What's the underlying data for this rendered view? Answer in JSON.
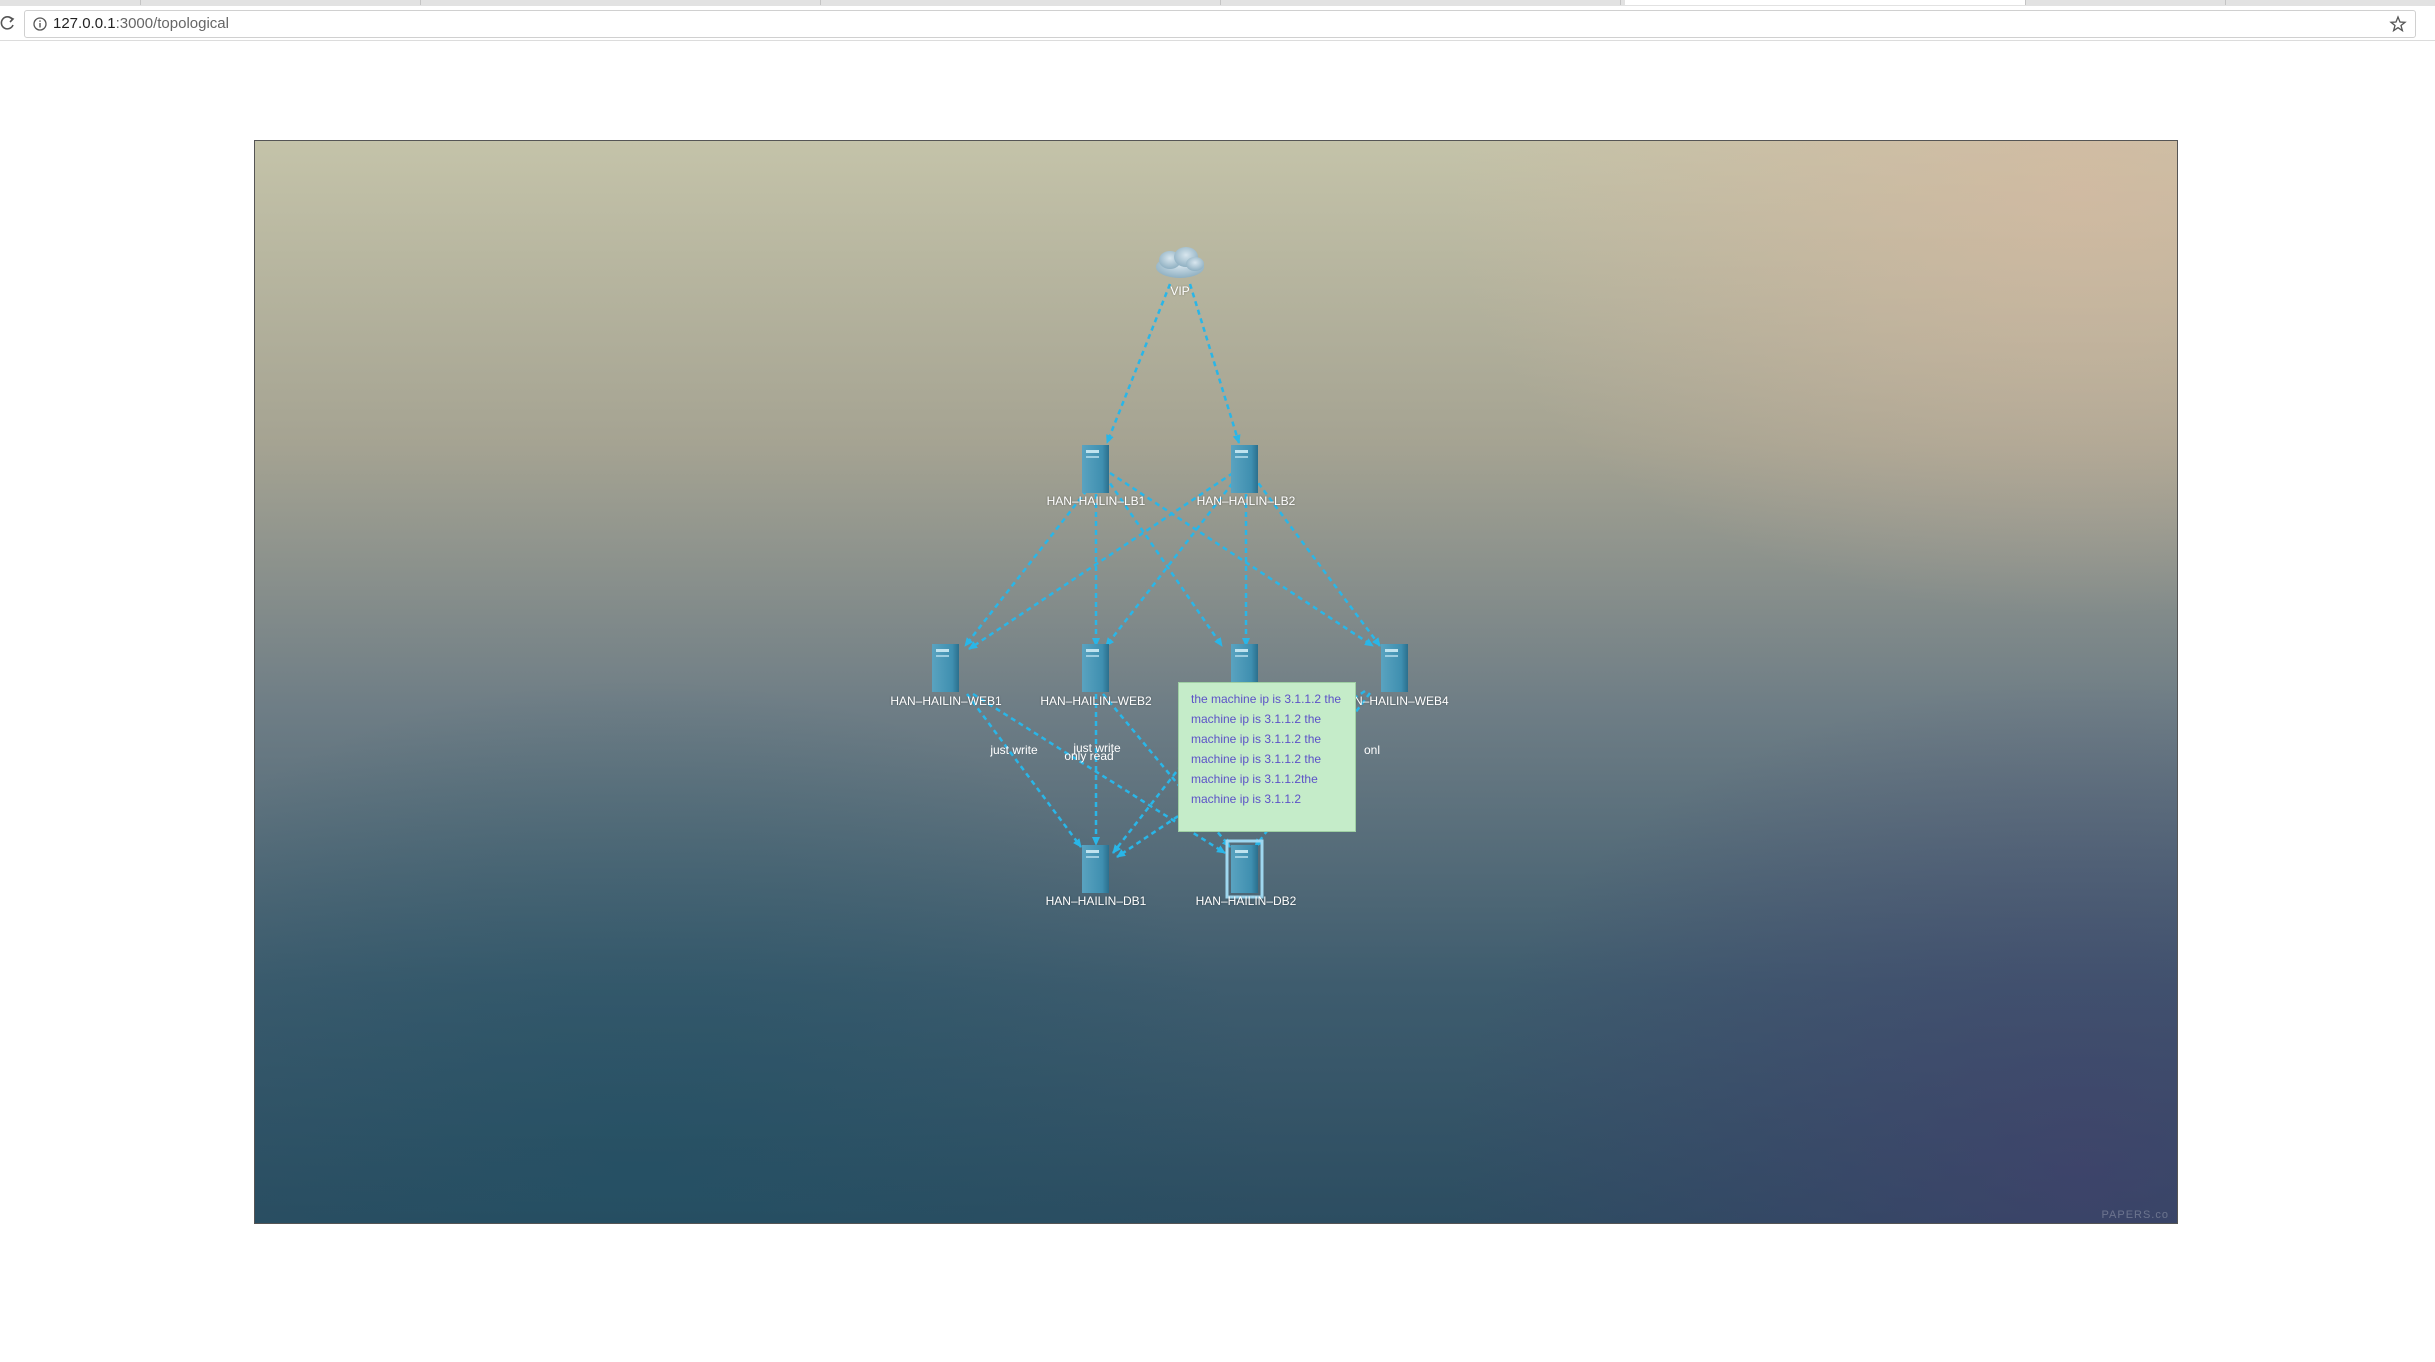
{
  "browser": {
    "url_host": "127.0.0.1",
    "url_path": ":3000/topological"
  },
  "topology": {
    "nodes": {
      "vip": "VIP",
      "lb1": "HAN–HAILIN–LB1",
      "lb2": "HAN–HAILIN–LB2",
      "web1": "HAN–HAILIN–WEB1",
      "web2": "HAN–HAILIN–WEB2",
      "web4": "HAN–HAILIN–WEB4",
      "db1": "HAN–HAILIN–DB1",
      "db2": "HAN–HAILIN–DB2"
    },
    "edge_labels": {
      "web1_db": "just write",
      "web2_write": "just write",
      "web2_read": "only read",
      "web3_partial": "onl"
    },
    "tooltip": "the machine ip is 3.1.1.2 the machine ip is 3.1.1.2 the machine ip is 3.1.1.2 the machine ip is 3.1.1.2 the machine ip is 3.1.1.2the machine ip is 3.1.1.2"
  },
  "watermark": {
    "right": "PAPERS.co"
  },
  "colors": {
    "edge": "#29b6e8",
    "tooltip_bg": "#c5ecc9",
    "tooltip_text": "#5c52c7"
  },
  "icons": {
    "reload": "reload-icon",
    "info": "info-icon",
    "bookmark": "star-icon",
    "server": "server-icon",
    "cloud": "cloud-icon"
  }
}
